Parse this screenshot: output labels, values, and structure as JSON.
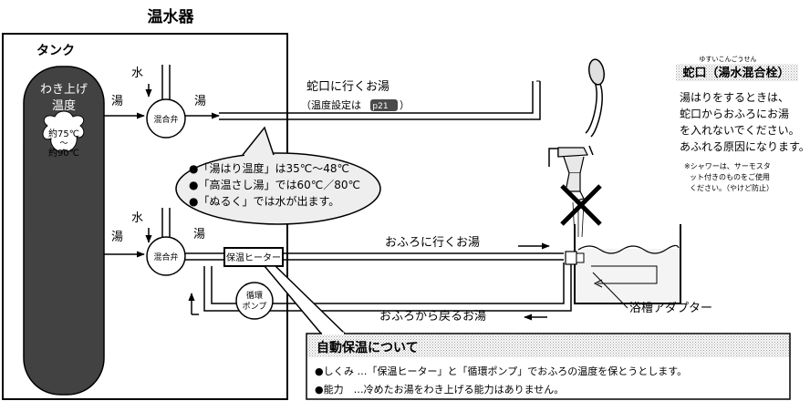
{
  "heater": {
    "title": "温水器"
  },
  "tank": {
    "label": "タンク",
    "heat_label_1": "わき上げ",
    "heat_label_2": "温度",
    "temp_1": "約75℃",
    "temp_tilde": "～",
    "temp_2": "約90℃"
  },
  "flows": {
    "water_top": "水",
    "hot_in_top": "湯",
    "hot_out_top": "湯",
    "water_bottom": "水",
    "hot_in_bottom": "湯",
    "hot_out_bottom": "湯"
  },
  "valves": {
    "top": "混合弁",
    "bottom": "混合弁"
  },
  "pipes": {
    "to_faucet": "蛇口に行くお湯",
    "temp_setting_prefix": "（温度設定は",
    "page_ref": "p21",
    "temp_setting_suffix": "）",
    "to_bath": "おふろに行くお湯",
    "from_bath": "おふろから戻るお湯"
  },
  "bubble": {
    "lines": [
      "●「湯はり温度」は35℃～48℃",
      "●「高温さし湯」では60℃／80℃",
      "●「ぬるく」では水が出ます。"
    ]
  },
  "components": {
    "heater": "保温ヒーター",
    "pump_1": "循環",
    "pump_2": "ポンプ",
    "adapter": "浴槽アダプター"
  },
  "faucet": {
    "ruby": "ゆすいこんごうせん",
    "title": "蛇口（湯水混合栓）",
    "notes": [
      "湯はりをするときは、",
      "蛇口からおふろにお湯",
      "を入れないでください。",
      "あふれる原因になります。"
    ],
    "small_notes": [
      "※シャワーは、サーモスタ",
      "ット付きのものをご使用",
      "ください。（やけど防止）"
    ]
  },
  "auto_keep": {
    "title": "自動保温について",
    "lines": [
      "●しくみ …「保温ヒーター」と「循環ポンプ」でおふろの温度を保とうとします。",
      "●能力　…冷めたお湯をわき上げる能力はありません。"
    ]
  }
}
